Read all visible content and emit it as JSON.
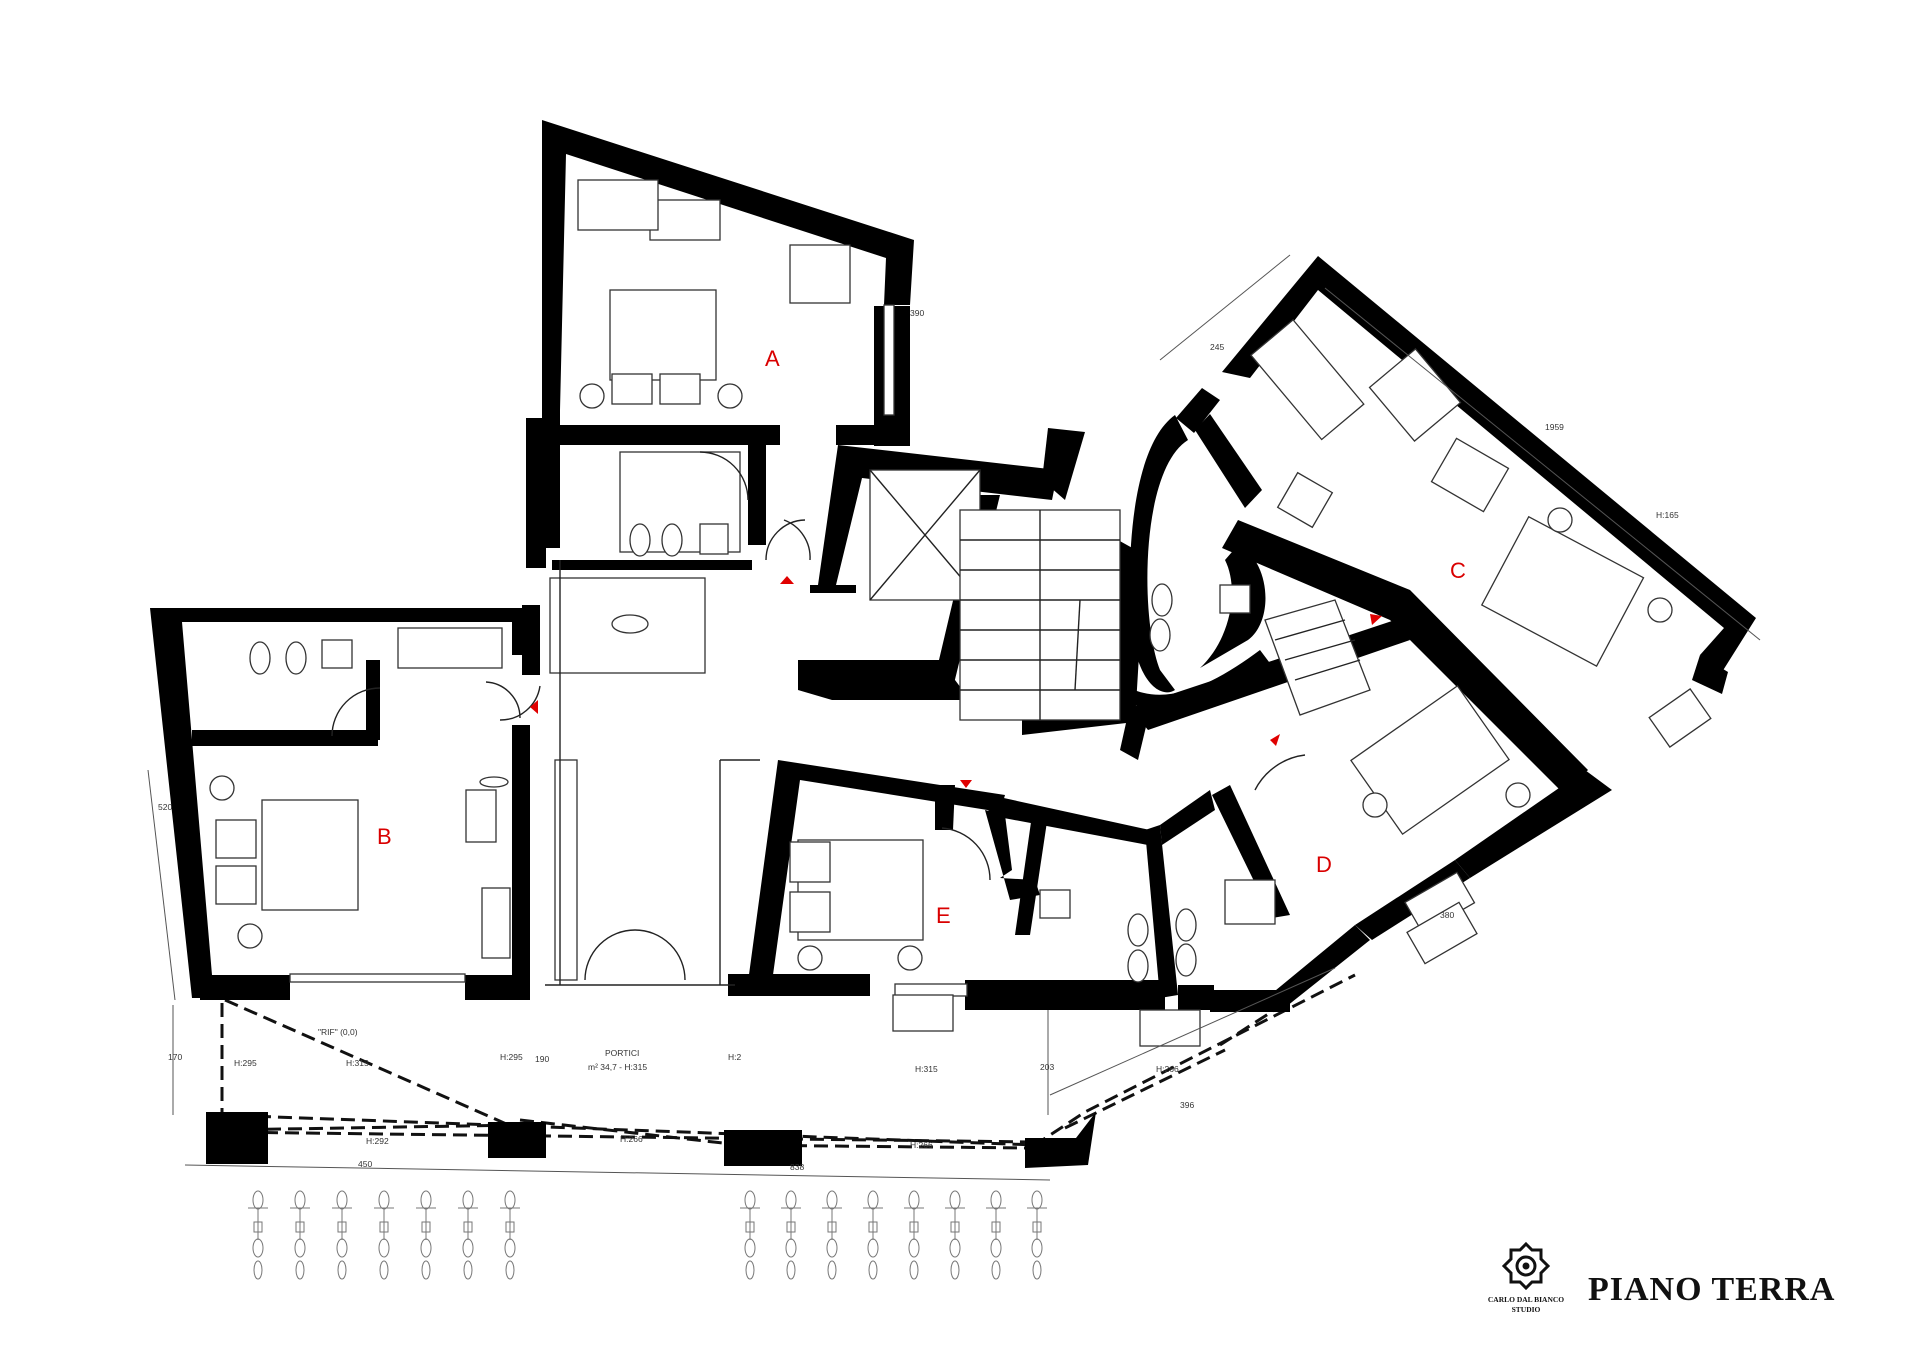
{
  "rooms": [
    {
      "id": "A",
      "label": "A"
    },
    {
      "id": "B",
      "label": "B"
    },
    {
      "id": "C",
      "label": "C"
    },
    {
      "id": "D",
      "label": "D"
    },
    {
      "id": "E",
      "label": "E"
    }
  ],
  "annotations": {
    "porch_title": "PORTICI",
    "porch_area": "m² 34,7 - H:315",
    "rif": "\"RIF\" (0,0)",
    "heights": [
      "H:295",
      "H:315",
      "H:295",
      "H:2",
      "H:315",
      "H:266",
      "H:292",
      "H:266",
      "H:266"
    ],
    "dimensions": [
      "170",
      "190",
      "203",
      "450",
      "838",
      "396",
      "520",
      "380",
      "245",
      "390",
      "1959",
      "H:165"
    ]
  },
  "branding": {
    "studio_line1": "CARLO DAL BIANCO",
    "studio_line2": "STUDIO",
    "floor_title": "PIANO TERRA",
    "logo_icon": "studio-seal-icon"
  },
  "colors": {
    "walls": "#000000",
    "room_labels": "#d90000",
    "entry_markers": "#e00000",
    "background": "#ffffff"
  }
}
